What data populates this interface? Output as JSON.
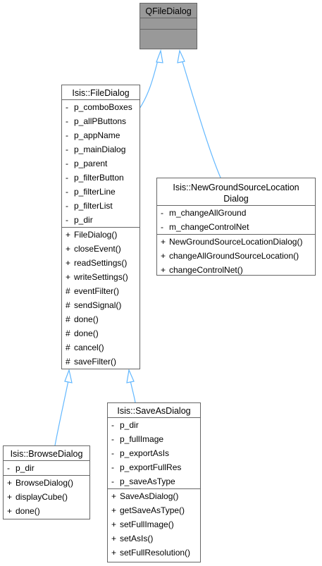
{
  "diagram": {
    "line_color": "#63b8ff",
    "classes": {
      "qfiledialog": {
        "title": [
          "QFileDialog"
        ]
      },
      "filedialog": {
        "title": [
          "Isis::FileDialog"
        ],
        "attributes": [
          {
            "vis": "-",
            "name": "p_comboBoxes"
          },
          {
            "vis": "-",
            "name": "p_allPButtons"
          },
          {
            "vis": "-",
            "name": "p_appName"
          },
          {
            "vis": "-",
            "name": "p_mainDialog"
          },
          {
            "vis": "-",
            "name": "p_parent"
          },
          {
            "vis": "-",
            "name": "p_filterButton"
          },
          {
            "vis": "-",
            "name": "p_filterLine"
          },
          {
            "vis": "-",
            "name": "p_filterList"
          },
          {
            "vis": "-",
            "name": "p_dir"
          }
        ],
        "methods": [
          {
            "vis": "+",
            "name": "FileDialog()"
          },
          {
            "vis": "+",
            "name": "closeEvent()"
          },
          {
            "vis": "+",
            "name": "readSettings()"
          },
          {
            "vis": "+",
            "name": "writeSettings()"
          },
          {
            "vis": "#",
            "name": "eventFilter()"
          },
          {
            "vis": "#",
            "name": "sendSignal()"
          },
          {
            "vis": "#",
            "name": "done()"
          },
          {
            "vis": "#",
            "name": "done()"
          },
          {
            "vis": "#",
            "name": "cancel()"
          },
          {
            "vis": "#",
            "name": "saveFilter()"
          }
        ]
      },
      "newground": {
        "title": [
          "Isis::NewGroundSourceLocation",
          "Dialog"
        ],
        "attributes": [
          {
            "vis": "-",
            "name": "m_changeAllGround"
          },
          {
            "vis": "-",
            "name": "m_changeControlNet"
          }
        ],
        "methods": [
          {
            "vis": "+",
            "name": "NewGroundSourceLocationDialog()"
          },
          {
            "vis": "+",
            "name": "changeAllGroundSourceLocation()"
          },
          {
            "vis": "+",
            "name": "changeControlNet()"
          }
        ]
      },
      "browse": {
        "title": [
          "Isis::BrowseDialog"
        ],
        "attributes": [
          {
            "vis": "-",
            "name": "p_dir"
          }
        ],
        "methods": [
          {
            "vis": "+",
            "name": "BrowseDialog()"
          },
          {
            "vis": "+",
            "name": "displayCube()"
          },
          {
            "vis": "+",
            "name": "done()"
          }
        ]
      },
      "saveas": {
        "title": [
          "Isis::SaveAsDialog"
        ],
        "attributes": [
          {
            "vis": "-",
            "name": "p_dir"
          },
          {
            "vis": "-",
            "name": "p_fullImage"
          },
          {
            "vis": "-",
            "name": "p_exportAsIs"
          },
          {
            "vis": "-",
            "name": "p_exportFullRes"
          },
          {
            "vis": "-",
            "name": "p_saveAsType"
          }
        ],
        "methods": [
          {
            "vis": "+",
            "name": "SaveAsDialog()"
          },
          {
            "vis": "+",
            "name": "getSaveAsType()"
          },
          {
            "vis": "+",
            "name": "setFullImage()"
          },
          {
            "vis": "+",
            "name": "setAsIs()"
          },
          {
            "vis": "+",
            "name": "setFullResolution()"
          }
        ]
      }
    }
  }
}
